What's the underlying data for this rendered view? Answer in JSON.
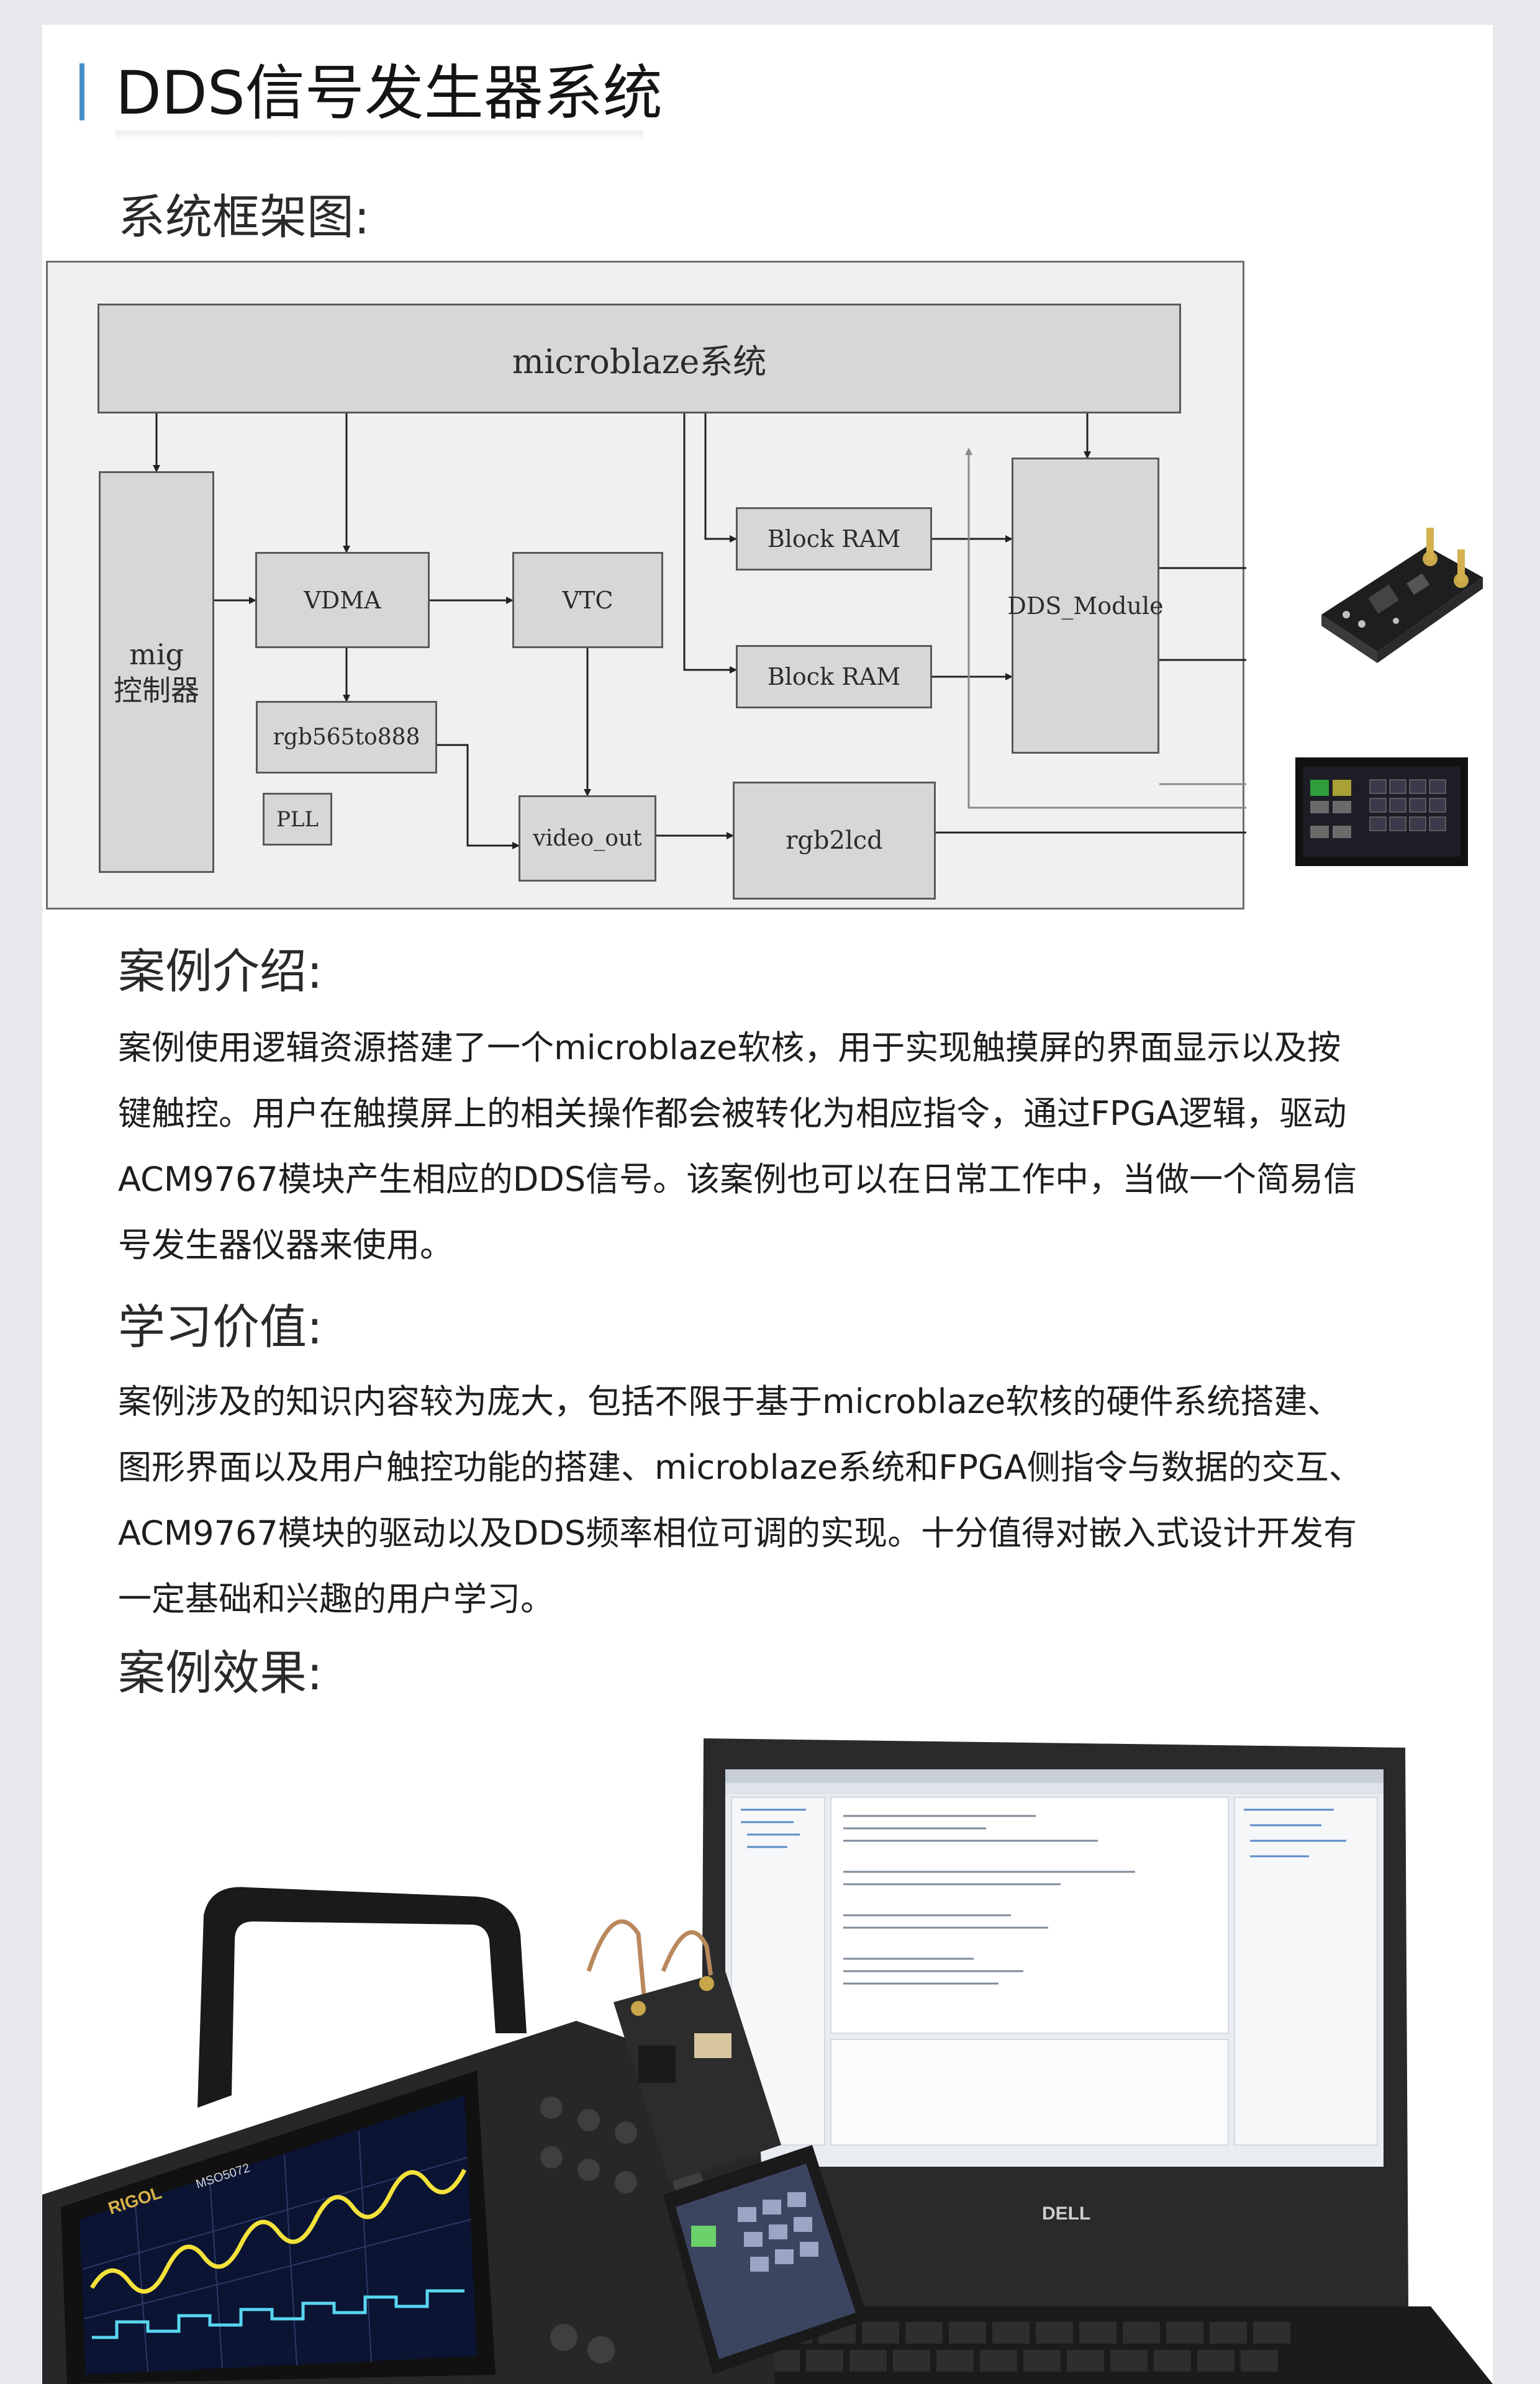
{
  "title": "DDS信号发生器系统",
  "sections": {
    "framework": "系统框架图:",
    "intro_heading": "案例介绍:",
    "intro_lines": [
      "案例使用逻辑资源搭建了一个microblaze软核，用于实现触摸屏的界面显示以及按",
      "键触控。用户在触摸屏上的相关操作都会被转化为相应指令，通过FPGA逻辑，驱动",
      "ACM9767模块产生相应的DDS信号。该案例也可以在日常工作中，当做一个简易信",
      "号发生器仪器来使用。"
    ],
    "value_heading": "学习价值:",
    "value_lines": [
      "案例涉及的知识内容较为庞大，包括不限于基于microblaze软核的硬件系统搭建、",
      "图形界面以及用户触控功能的搭建、microblaze系统和FPGA侧指令与数据的交互、",
      "ACM9767模块的驱动以及DDS频率相位可调的实现。十分值得对嵌入式设计开发有",
      "一定基础和兴趣的用户学习。"
    ],
    "effect_heading": "案例效果:"
  },
  "diagram": {
    "microblaze": "microblaze系统",
    "mig_line1": "mig",
    "mig_line2": "控制器",
    "vdma": "VDMA",
    "vtc": "VTC",
    "rgb565": "rgb565to888",
    "pll": "PLL",
    "video_out": "video_out",
    "block_ram_1": "Block RAM",
    "block_ram_2": "Block RAM",
    "dds_module": "DDS_Module",
    "rgb2lcd": "rgb2lcd"
  },
  "photo": {
    "laptop_brand": "DELL",
    "scope_brand": "RIGOL",
    "scope_model": "MSO5072"
  },
  "colors": {
    "accent_bar": "#4a90c8",
    "block_fill": "#d7d7d7",
    "diagram_bg": "#f0f0f0",
    "wave_yellow": "#f5e23a",
    "wave_cyan": "#58d6f0"
  }
}
